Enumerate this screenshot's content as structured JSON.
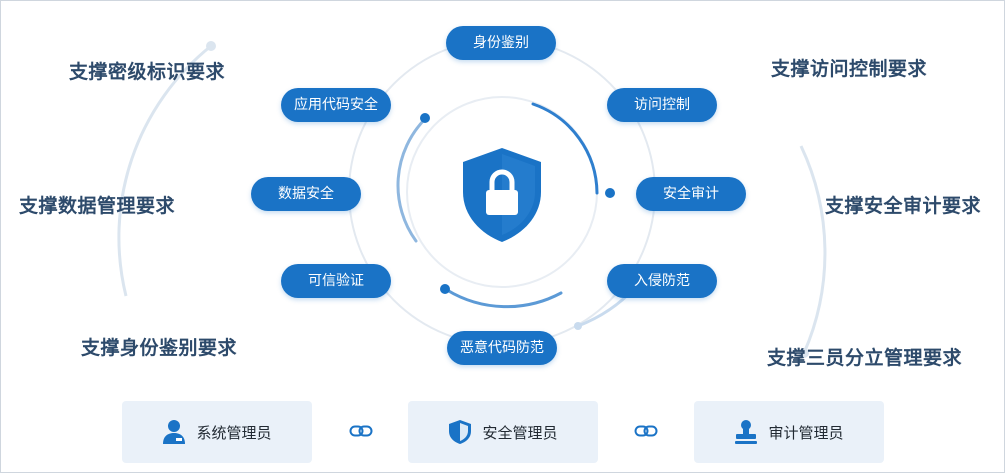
{
  "center": {
    "icon": "shield-lock-icon"
  },
  "ring_items": {
    "identity_auth": "身份鉴别",
    "app_code_security": "应用代码安全",
    "access_control": "访问控制",
    "data_security": "数据安全",
    "security_audit": "安全审计",
    "trusted_verification": "可信验证",
    "intrusion_prevention": "入侵防范",
    "malicious_code_prevention": "恶意代码防范"
  },
  "requirements": {
    "classification_label": "支撑密级标识要求",
    "data_management": "支撑数据管理要求",
    "identity_auth": "支撑身份鉴别要求",
    "access_control": "支撑访问控制要求",
    "security_audit": "支撑安全审计要求",
    "three_roles": "支撑三员分立管理要求"
  },
  "admins": [
    {
      "label": "系统管理员",
      "icon": "user-icon"
    },
    {
      "label": "安全管理员",
      "icon": "shield-icon"
    },
    {
      "label": "审计管理员",
      "icon": "stamp-icon"
    }
  ],
  "connectors": {
    "icon": "link-icon"
  },
  "colors": {
    "primary": "#1a73c6",
    "heading": "#2d4a6b",
    "panel": "#eaf1f9",
    "ring_light": "#dde6ef"
  }
}
